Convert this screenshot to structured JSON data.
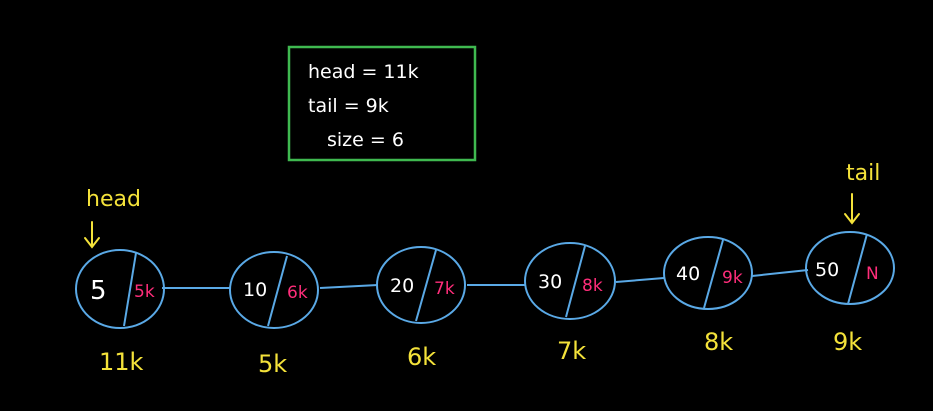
{
  "info_box": {
    "head_line": "head = 11k",
    "tail_line": "tail = 9k",
    "size_line": "size = 6"
  },
  "labels": {
    "head": "head",
    "tail": "tail"
  },
  "nodes": [
    {
      "value": "5",
      "next": "5k",
      "address": "11k"
    },
    {
      "value": "10",
      "next": "6k",
      "address": "5k"
    },
    {
      "value": "20",
      "next": "7k",
      "address": "6k"
    },
    {
      "value": "30",
      "next": "8k",
      "address": "7k"
    },
    {
      "value": "40",
      "next": "9k",
      "address": "8k"
    },
    {
      "value": "50",
      "next": "N",
      "address": "9k"
    }
  ],
  "colors": {
    "background": "#000000",
    "node_stroke": "#5aa9e6",
    "value_text": "#ffffff",
    "next_text": "#ff2d7a",
    "address_text": "#f4e23a",
    "label_text": "#f4e23a",
    "box_stroke": "#3fb950",
    "box_text": "#ffffff"
  }
}
